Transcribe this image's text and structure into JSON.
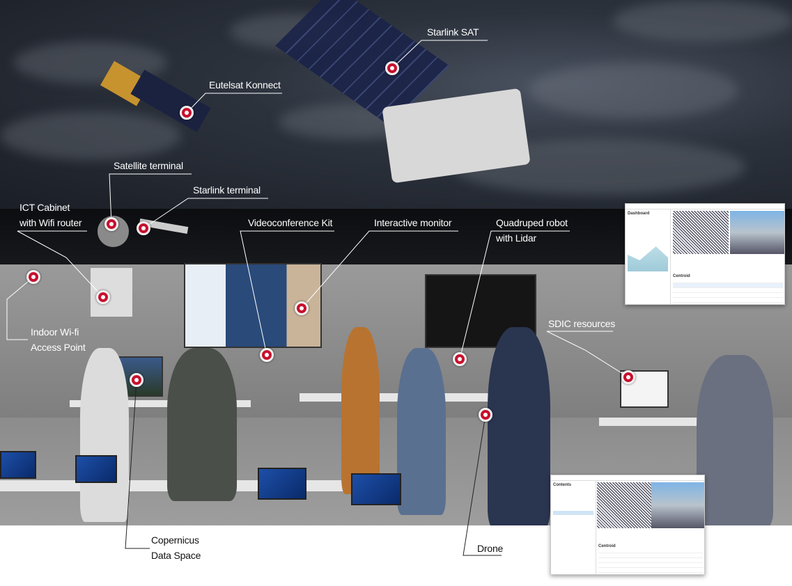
{
  "labels": {
    "starlink_sat": "Starlink SAT",
    "eutelsat": "Eutelsat Konnect",
    "satellite_terminal": "Satellite terminal",
    "starlink_terminal": "Starlink terminal",
    "ict_cabinet_1": "ICT Cabinet",
    "ict_cabinet_2": "with Wifi router",
    "videoconference": "Videoconference Kit",
    "interactive_monitor": "Interactive monitor",
    "quadruped_1": "Quadruped robot",
    "quadruped_2": "with Lidar",
    "wifi_ap_1": "Indoor Wi-fi",
    "wifi_ap_2": "Access Point",
    "sdic": "SDIC resources",
    "copernicus_1": "Copernicus",
    "copernicus_2": "Data Space",
    "drone": "Drone"
  },
  "insets": {
    "dashboard": {
      "panel_title": "Dashboard",
      "table_title": "Centroid"
    },
    "contents": {
      "panel_title": "Contents",
      "table_title": "Centroid"
    }
  },
  "colors": {
    "marker": "#c8102e"
  }
}
